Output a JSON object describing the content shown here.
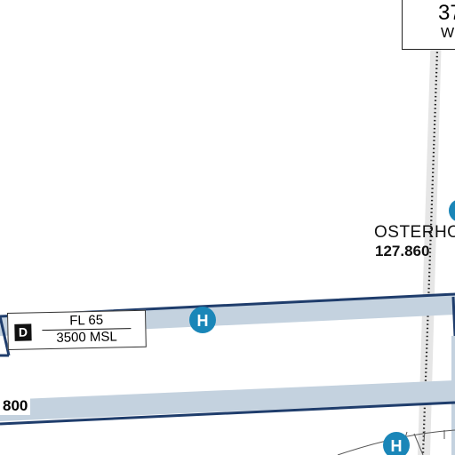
{
  "top_box": {
    "line1": "37",
    "line2": "W"
  },
  "airspace_d": {
    "class_letter": "D",
    "upper_limit": "FL 65",
    "lower_limit": "3500 MSL"
  },
  "reporting_point": {
    "name": "OSTERHO",
    "frequency": "127.860"
  },
  "lower_label": "800",
  "helipad_symbol": "H",
  "colors": {
    "airway_band": "#c4d2df",
    "boundary_line": "#1f3d6c",
    "helipad": "#1a86b8",
    "route_band": "#e6e6e6"
  },
  "icons": [
    "helipad-icon",
    "reporting-point-icon"
  ]
}
